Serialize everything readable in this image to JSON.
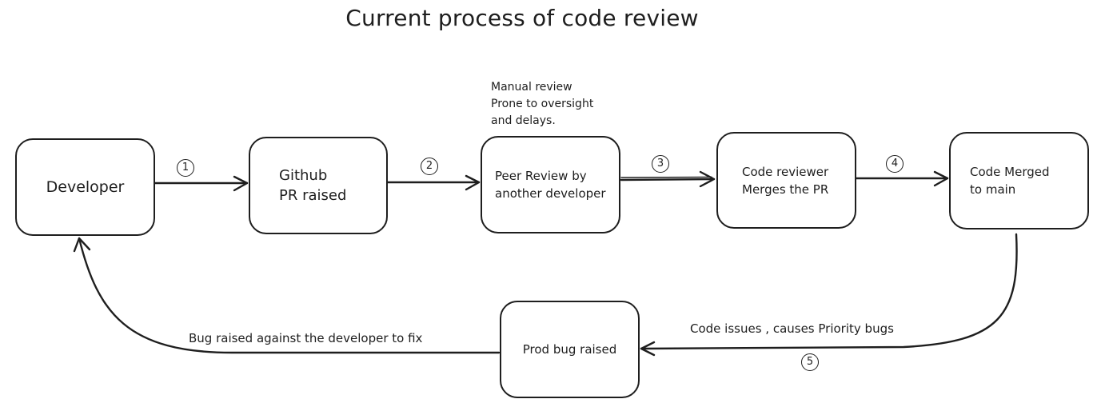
{
  "title": "Current process of code review",
  "nodes": {
    "developer": {
      "lines": [
        "Developer"
      ]
    },
    "github": {
      "lines": [
        "Github",
        "PR raised"
      ]
    },
    "peer": {
      "lines": [
        "Peer Review by",
        "another developer"
      ]
    },
    "reviewer": {
      "lines": [
        "Code reviewer",
        "Merges the PR"
      ]
    },
    "merged": {
      "lines": [
        "Code Merged",
        "to main"
      ]
    },
    "prod": {
      "lines": [
        "Prod bug raised"
      ]
    }
  },
  "note": {
    "lines": [
      "Manual review",
      "Prone to oversight",
      "and delays."
    ]
  },
  "steps": [
    "1",
    "2",
    "3",
    "4",
    "5"
  ],
  "edge_labels": {
    "issues": "Code issues , causes Priority bugs",
    "bug_back": "Bug raised against the developer to fix"
  },
  "colors": {
    "stroke": "#1e1e1e",
    "background": "#ffffff"
  }
}
